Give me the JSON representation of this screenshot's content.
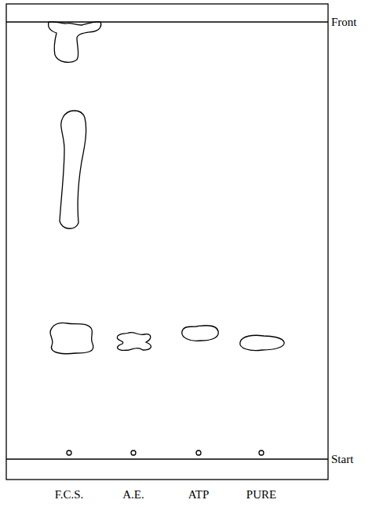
{
  "diagram": {
    "labels": [
      "Front",
      "Start",
      "F.C.S.",
      "A.E.",
      "ATP",
      "PURE"
    ]
  }
}
